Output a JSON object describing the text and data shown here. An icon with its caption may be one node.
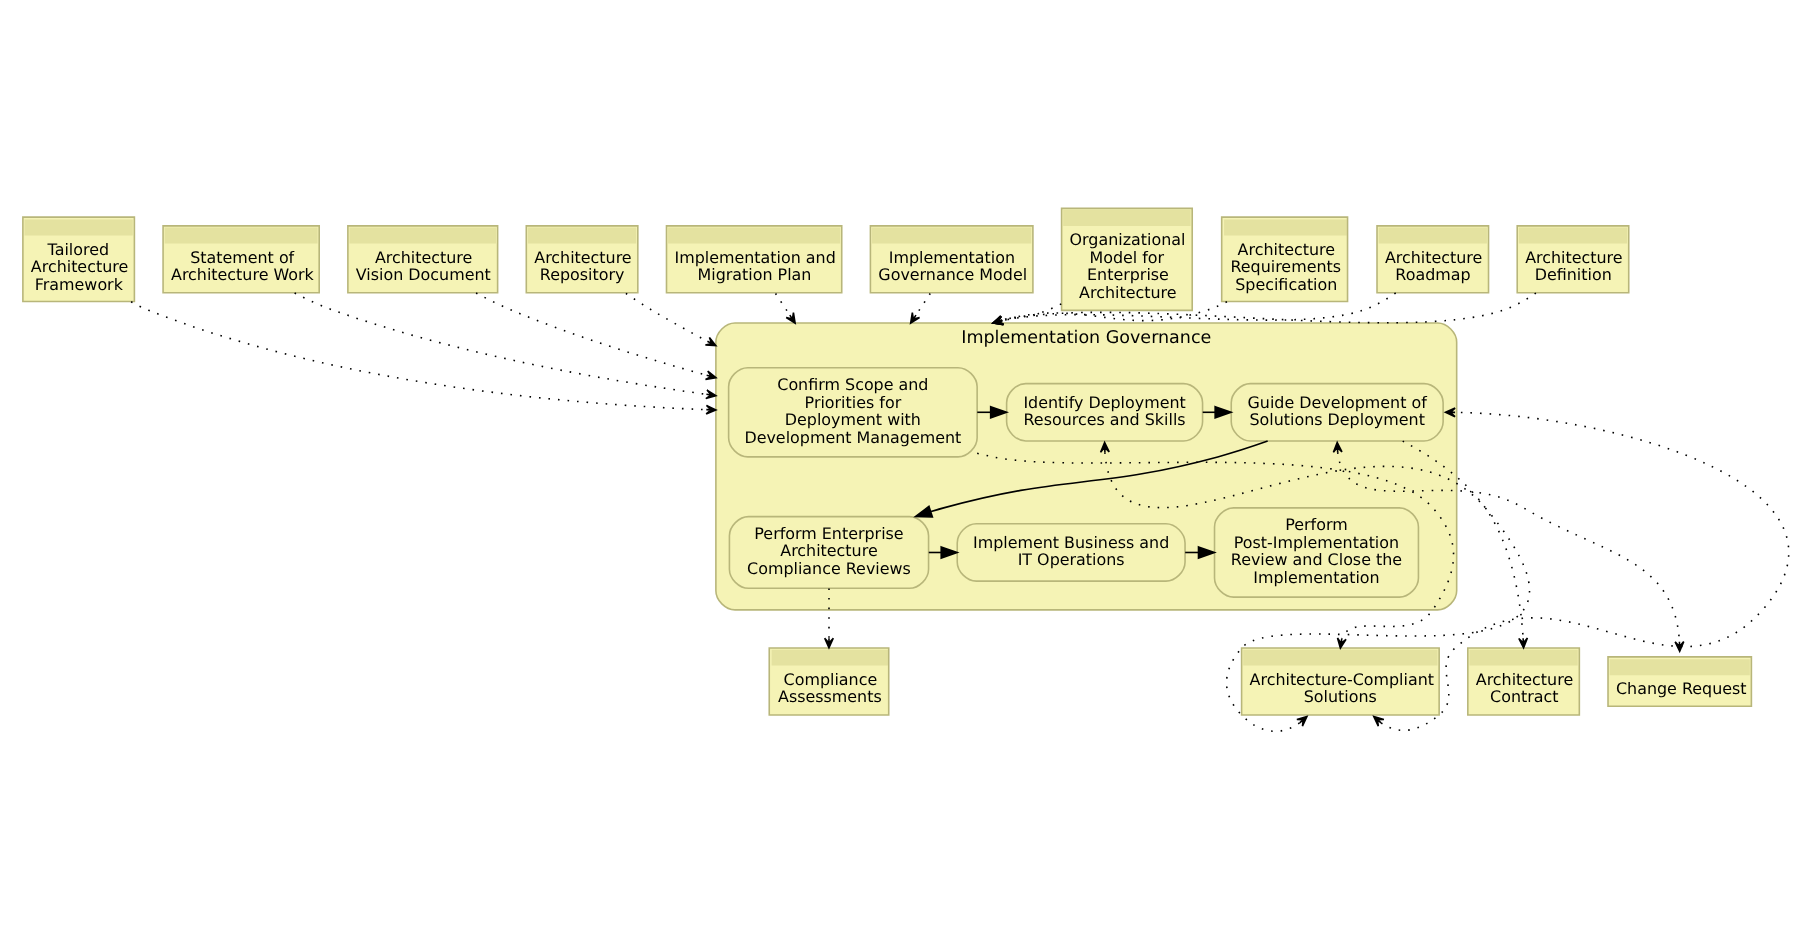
{
  "diagram": {
    "nodes": [
      {
        "text": [
          "Tailored Architecture Framework"
        ]
      },
      {
        "text": [
          "Statement of Architecture Work"
        ]
      },
      {
        "text": [
          "Architecture Vision Document"
        ]
      },
      {
        "text": [
          "Architecture Repository"
        ]
      },
      {
        "text": [
          "Implementation and Migration Plan"
        ]
      },
      {
        "text": [
          "Implementation Governance Model"
        ]
      },
      {
        "text": [
          "Organizational Model for Enterprise Architecture"
        ]
      },
      {
        "text": [
          "Implementation Governance"
        ]
      },
      {
        "text": [
          "Architecture Requirements Specification"
        ]
      },
      {
        "text": [
          "Confirm Scope and Priorities for Deployment with Development Management"
        ],
        "in": 7
      },
      {
        "text": [
          "Identify Deployment Resources and Skills"
        ],
        "in": 7
      },
      {
        "text": [
          "Guide Development of Solutions Deployment"
        ],
        "in": 7
      },
      {
        "text": [
          "Architecture Roadmap"
        ]
      },
      {
        "text": [
          "Perform Enterprise Architecture Compliance Reviews"
        ],
        "in": 7
      },
      {
        "text": [
          "Implement Business and IT Operations"
        ],
        "in": 7
      },
      {
        "text": [
          "Perform Post-Implementation Review and Close the Implementation"
        ],
        "in": 7
      },
      {
        "text": [
          "Architecture Definition"
        ]
      },
      {
        "text": [
          "Compliance Assessments"
        ]
      },
      {
        "text": [
          "Architecture-Compliant Solutions"
        ]
      },
      {
        "text": [
          "Architecture Contract"
        ]
      },
      {
        "text": [
          "Change Request"
        ]
      }
    ],
    "edges": [
      {
        "from": 0,
        "to": 7,
        "arrow": "to",
        "style": "dashed"
      },
      {
        "from": 1,
        "to": 7,
        "arrow": "to",
        "style": "dashed"
      },
      {
        "from": 2,
        "to": 7,
        "arrow": "to",
        "style": "dashed"
      },
      {
        "from": 3,
        "to": 7,
        "arrow": "to",
        "style": "dashed"
      },
      {
        "from": 4,
        "to": 7,
        "arrow": "to",
        "style": "dashed"
      },
      {
        "from": 5,
        "to": 7,
        "arrow": "to",
        "style": "dashed"
      },
      {
        "from": 6,
        "to": 7,
        "arrow": "to",
        "style": "dashed"
      },
      {
        "from": 8,
        "to": 7,
        "arrow": "to",
        "style": "dashed"
      },
      {
        "from": 12,
        "to": 7,
        "arrow": "to",
        "style": "dashed"
      },
      {
        "from": 16,
        "to": 7,
        "arrow": "to",
        "style": "dashed"
      },
      {
        "from": 9,
        "to": 10,
        "arrow": "to"
      },
      {
        "from": 10,
        "to": 11,
        "arrow": "to"
      },
      {
        "from": 11,
        "to": 13,
        "arrow": "to"
      },
      {
        "from": 13,
        "to": 14,
        "arrow": "to"
      },
      {
        "from": 14,
        "to": 15,
        "arrow": "to"
      },
      {
        "from": 18,
        "to": 10,
        "arrow": "both",
        "style": "dashed"
      },
      {
        "from": 9,
        "to": 18,
        "arrow": "to",
        "style": "dashed"
      },
      {
        "from": 11,
        "to": 19,
        "arrow": "to",
        "style": "dashed"
      },
      {
        "from": 11,
        "to": 20,
        "arrow": "both",
        "style": "dashed"
      },
      {
        "from": 18,
        "to": 11,
        "arrow": "both",
        "style": "dashed"
      },
      {
        "from": 13,
        "to": 17,
        "arrow": "to",
        "style": "dashed"
      }
    ]
  }
}
